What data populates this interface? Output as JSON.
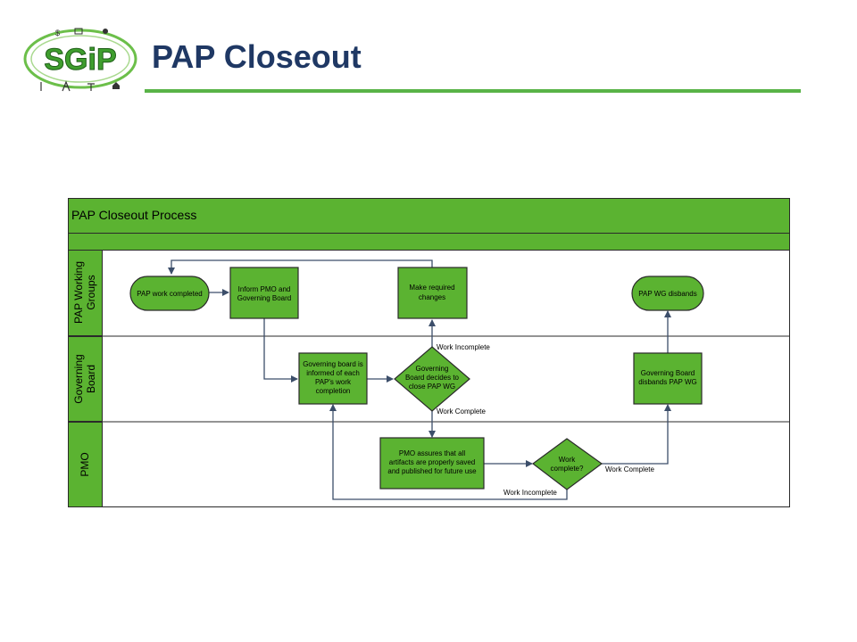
{
  "header": {
    "logo_text": "SGiP",
    "title": "PAP Closeout"
  },
  "diagram": {
    "title": "PAP Closeout Process",
    "lanes": [
      {
        "label_line1": "PAP Working",
        "label_line2": "Groups"
      },
      {
        "label_line1": "Governing",
        "label_line2": "Board"
      },
      {
        "label_line1": "PMO",
        "label_line2": ""
      }
    ],
    "nodes": {
      "pap_work_completed": "PAP work completed",
      "inform_pmo": [
        "Inform PMO and",
        "Governing Board"
      ],
      "make_changes": [
        "Make required",
        "changes"
      ],
      "wg_disbands": "PAP WG disbands",
      "board_informed": [
        "Governing board is",
        "informed of each",
        "PAP's work",
        "completion"
      ],
      "board_decides": [
        "Governing",
        "Board decides to",
        "close PAP WG"
      ],
      "board_disbands": [
        "Governing Board",
        "disbands PAP WG"
      ],
      "pmo_assures": [
        "PMO assures that all",
        "artifacts are properly saved",
        "and published for future use"
      ],
      "work_complete_q": [
        "Work",
        "complete?"
      ]
    },
    "edge_labels": {
      "work_incomplete_1": "Work Incomplete",
      "work_complete_1": "Work Complete",
      "work_complete_2": "Work Complete",
      "work_incomplete_2": "Work Incomplete"
    },
    "colors": {
      "green_fill": "#5bb331",
      "border": "#2a2a2a",
      "arrow": "#3c4e6a",
      "title_color": "#1f3864",
      "rule_color": "#59b347"
    }
  }
}
